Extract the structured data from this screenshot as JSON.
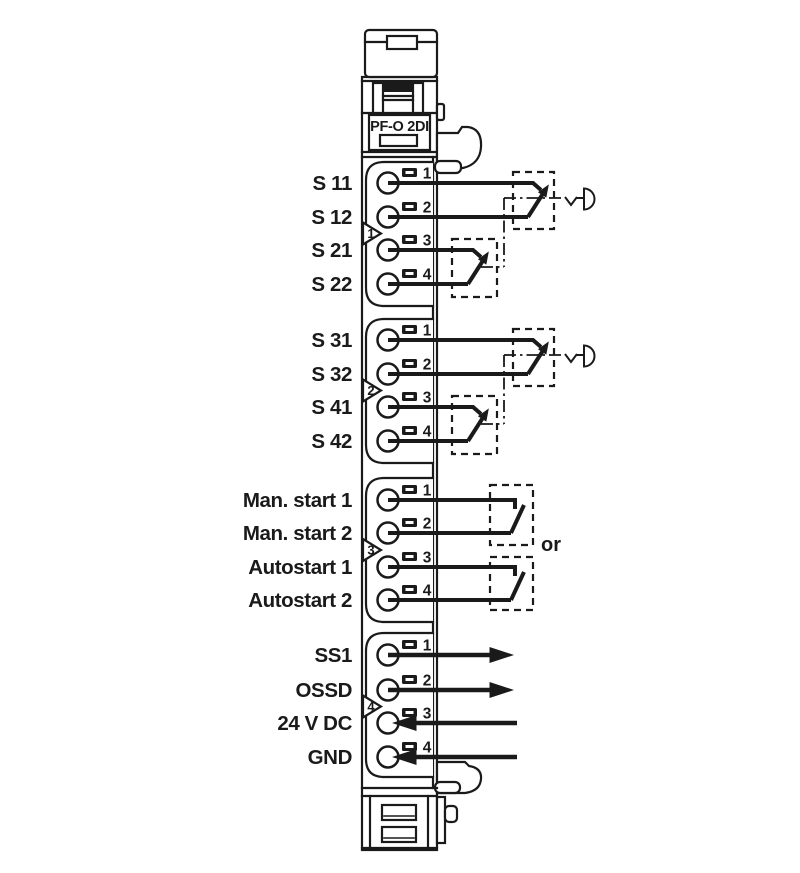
{
  "module": {
    "label": "PF-O 2DI",
    "groups": [
      {
        "number": "1",
        "terminals": [
          {
            "n": "1",
            "label": "S 11"
          },
          {
            "n": "2",
            "label": "S 12"
          },
          {
            "n": "3",
            "label": "S 21"
          },
          {
            "n": "4",
            "label": "S 22"
          }
        ]
      },
      {
        "number": "2",
        "terminals": [
          {
            "n": "1",
            "label": "S 31"
          },
          {
            "n": "2",
            "label": "S 32"
          },
          {
            "n": "3",
            "label": "S 41"
          },
          {
            "n": "4",
            "label": "S 42"
          }
        ]
      },
      {
        "number": "3",
        "terminals": [
          {
            "n": "1",
            "label": "Man. start 1"
          },
          {
            "n": "2",
            "label": "Man. start 2"
          },
          {
            "n": "3",
            "label": "Autostart 1"
          },
          {
            "n": "4",
            "label": "Autostart 2"
          }
        ]
      },
      {
        "number": "4",
        "terminals": [
          {
            "n": "1",
            "label": "SS1"
          },
          {
            "n": "2",
            "label": "OSSD"
          },
          {
            "n": "3",
            "label": "24 V DC"
          },
          {
            "n": "4",
            "label": "GND"
          }
        ]
      }
    ]
  },
  "annotations": {
    "or_label": "or"
  },
  "colors": {
    "line": "#1a1a1a",
    "background": "#ffffff"
  }
}
